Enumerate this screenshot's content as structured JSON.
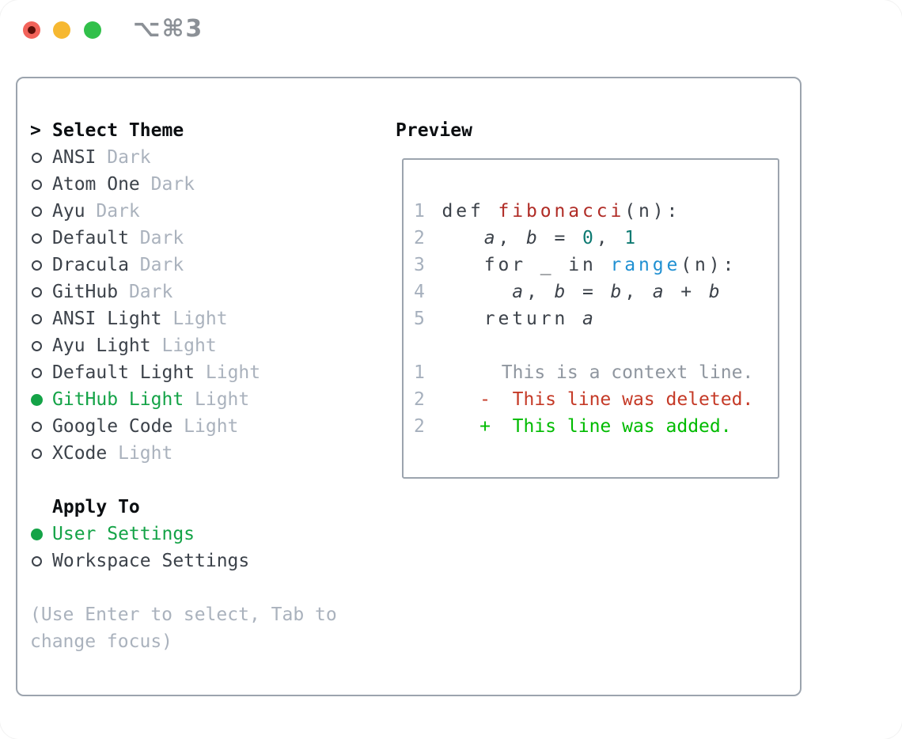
{
  "titlebar": {
    "shortcut": "⌥⌘3",
    "traffic_lights": [
      "close",
      "minimize",
      "zoom"
    ]
  },
  "left": {
    "header": {
      "marker": ">",
      "label": "Select Theme"
    },
    "themes": [
      {
        "name": "ANSI",
        "variant": "Dark",
        "selected": false
      },
      {
        "name": "Atom One",
        "variant": "Dark",
        "selected": false
      },
      {
        "name": "Ayu",
        "variant": "Dark",
        "selected": false
      },
      {
        "name": "Default",
        "variant": "Dark",
        "selected": false
      },
      {
        "name": "Dracula",
        "variant": "Dark",
        "selected": false
      },
      {
        "name": "GitHub",
        "variant": "Dark",
        "selected": false
      },
      {
        "name": "ANSI Light",
        "variant": "Light",
        "selected": false
      },
      {
        "name": "Ayu Light",
        "variant": "Light",
        "selected": false
      },
      {
        "name": "Default Light",
        "variant": "Light",
        "selected": false
      },
      {
        "name": "GitHub Light",
        "variant": "Light",
        "selected": true
      },
      {
        "name": "Google Code",
        "variant": "Light",
        "selected": false
      },
      {
        "name": "XCode",
        "variant": "Light",
        "selected": false
      }
    ],
    "apply_to": {
      "label": "Apply To",
      "options": [
        {
          "name": "User Settings",
          "selected": true
        },
        {
          "name": "Workspace Settings",
          "selected": false
        }
      ]
    },
    "help_lines": [
      "(Use Enter to select, Tab to",
      "change focus)"
    ]
  },
  "preview": {
    "label": "Preview",
    "code_lines": [
      {
        "ln": "1",
        "tokens": [
          {
            "t": " def ",
            "s": "d"
          },
          {
            "t": "fibonacci",
            "s": "r"
          },
          {
            "t": "(n):",
            "s": "d"
          }
        ]
      },
      {
        "ln": "2",
        "tokens": [
          {
            "t": "    ",
            "s": "d"
          },
          {
            "t": "a",
            "s": "i"
          },
          {
            "t": ", ",
            "s": "d"
          },
          {
            "t": "b",
            "s": "i"
          },
          {
            "t": " = ",
            "s": "d"
          },
          {
            "t": "0",
            "s": "t"
          },
          {
            "t": ", ",
            "s": "d"
          },
          {
            "t": "1",
            "s": "t"
          }
        ]
      },
      {
        "ln": "3",
        "tokens": [
          {
            "t": "    for _ in ",
            "s": "d"
          },
          {
            "t": "range",
            "s": "b"
          },
          {
            "t": "(n):",
            "s": "d"
          }
        ]
      },
      {
        "ln": "4",
        "tokens": [
          {
            "t": "      ",
            "s": "d"
          },
          {
            "t": "a",
            "s": "i"
          },
          {
            "t": ", ",
            "s": "d"
          },
          {
            "t": "b",
            "s": "i"
          },
          {
            "t": " = ",
            "s": "d"
          },
          {
            "t": "b",
            "s": "i"
          },
          {
            "t": ", ",
            "s": "d"
          },
          {
            "t": "a",
            "s": "i"
          },
          {
            "t": " + ",
            "s": "d"
          },
          {
            "t": "b",
            "s": "i"
          }
        ]
      },
      {
        "ln": "5",
        "tokens": [
          {
            "t": "    return ",
            "s": "d"
          },
          {
            "t": "a",
            "s": "i"
          }
        ]
      }
    ],
    "diff_lines": [
      {
        "ln": "1",
        "text": "       This is a context line.",
        "type": "context"
      },
      {
        "ln": "2",
        "text": "     -  This line was deleted.",
        "type": "del"
      },
      {
        "ln": "2",
        "text": "     +  This line was added.",
        "type": "add"
      }
    ]
  },
  "colors": {
    "text": "#3c424a",
    "header": "#0b0e11",
    "muted": "#aab2bd",
    "green": "#14a347",
    "border": "#9ca4ae",
    "ln": "#a6b0bd",
    "func-red": "#b02c26",
    "builtin-blue": "#2090d2",
    "num-teal": "#0e7a72",
    "ctx-gray": "#8f969f",
    "del-red": "#c53a27",
    "add-green": "#00bb00",
    "tl-red": "#f2635a",
    "tl-red-dot": "#5c0f08",
    "tl-yellow": "#f6b831",
    "tl-green": "#31c04a",
    "shortcut-gray": "#8b9096"
  }
}
